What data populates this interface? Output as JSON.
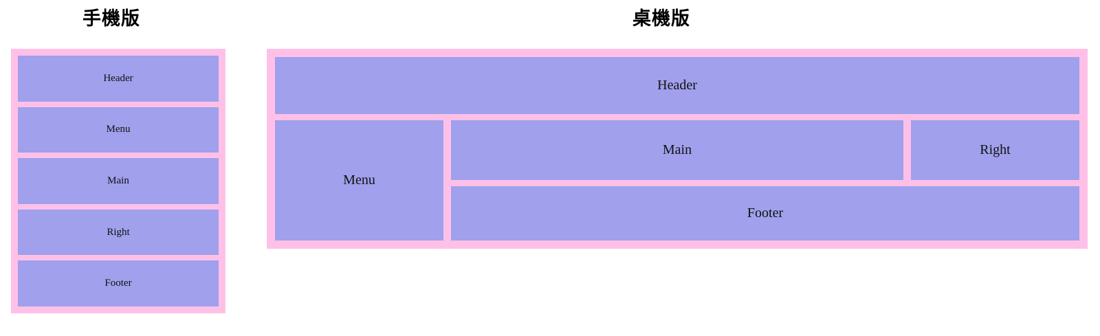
{
  "page": {
    "background": "#ffffff",
    "frame_color": "#ffc0e8",
    "block_color": "#a0a0ec",
    "text_color": "#111111"
  },
  "mobile": {
    "heading": "手機版",
    "blocks": [
      {
        "label": "Header"
      },
      {
        "label": "Menu"
      },
      {
        "label": "Main"
      },
      {
        "label": "Right"
      },
      {
        "label": "Footer"
      }
    ]
  },
  "desktop": {
    "heading": "桌機版",
    "header": {
      "label": "Header"
    },
    "menu": {
      "label": "Menu"
    },
    "main": {
      "label": "Main"
    },
    "right": {
      "label": "Right"
    },
    "footer": {
      "label": "Footer"
    }
  }
}
